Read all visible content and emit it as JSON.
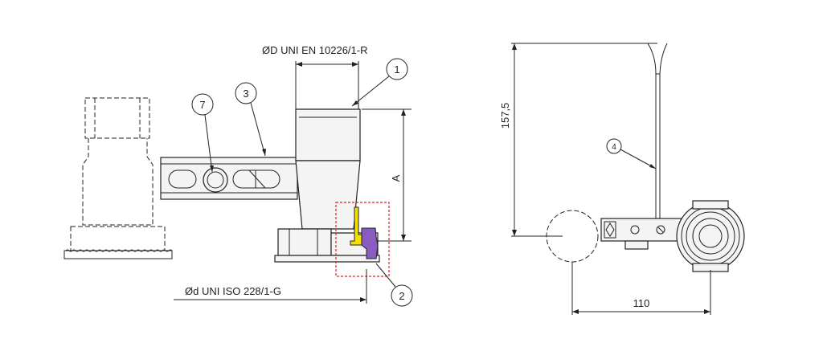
{
  "labels": {
    "dim_outer": "ØD UNI EN 10226/1-R",
    "dim_inner": "Ød UNI ISO 228/1-G",
    "dim_a": "A",
    "dim_height": "157,5",
    "dim_width": "110"
  },
  "callouts": [
    "1",
    "2",
    "3",
    "4",
    "7"
  ],
  "colors": {
    "gasket_yellow": "#f2e000",
    "seal_purple": "#8a5cc2",
    "detail_box": "#e0202a"
  }
}
